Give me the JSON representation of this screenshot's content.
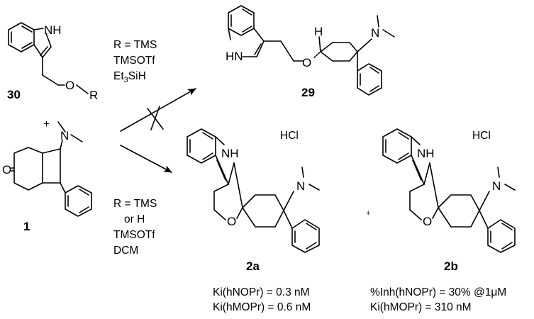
{
  "compounds": {
    "c30": {
      "number": "30",
      "nh": "NH",
      "o": "O",
      "r": "R"
    },
    "c1": {
      "number": "1",
      "o": "O",
      "n": "N"
    },
    "c29": {
      "number": "29",
      "hn": "HN",
      "o": "O",
      "h": "H",
      "n": "N"
    },
    "c2a": {
      "number": "2a",
      "nh": "NH",
      "o": "O",
      "n": "N",
      "salt": "HCl",
      "ki_nop": "Ki(hNOPr) = 0.3 nM",
      "ki_mop": "Ki(hMOPr) = 0.6 nM"
    },
    "c2b": {
      "number": "2b",
      "nh": "NH",
      "o": "O",
      "n": "N",
      "salt": "HCl",
      "inh_nop": "%Inh(hNOPr) = 30% @1μM",
      "ki_mop": "Ki(hMOPr) = 310 nM"
    }
  },
  "plus_left": "+",
  "plus_right": "+",
  "conditions_top": {
    "line1": "R = TMS",
    "line2": "TMSOTf",
    "line3a": "Et",
    "line3b": "3",
    "line3c": "SiH"
  },
  "conditions_bottom": {
    "line1": "R = TMS",
    "line2": "or H",
    "line3": "TMSOTf",
    "line4": "DCM"
  },
  "arrows": {
    "top": {
      "failed": true
    },
    "bottom": {
      "failed": false
    }
  }
}
